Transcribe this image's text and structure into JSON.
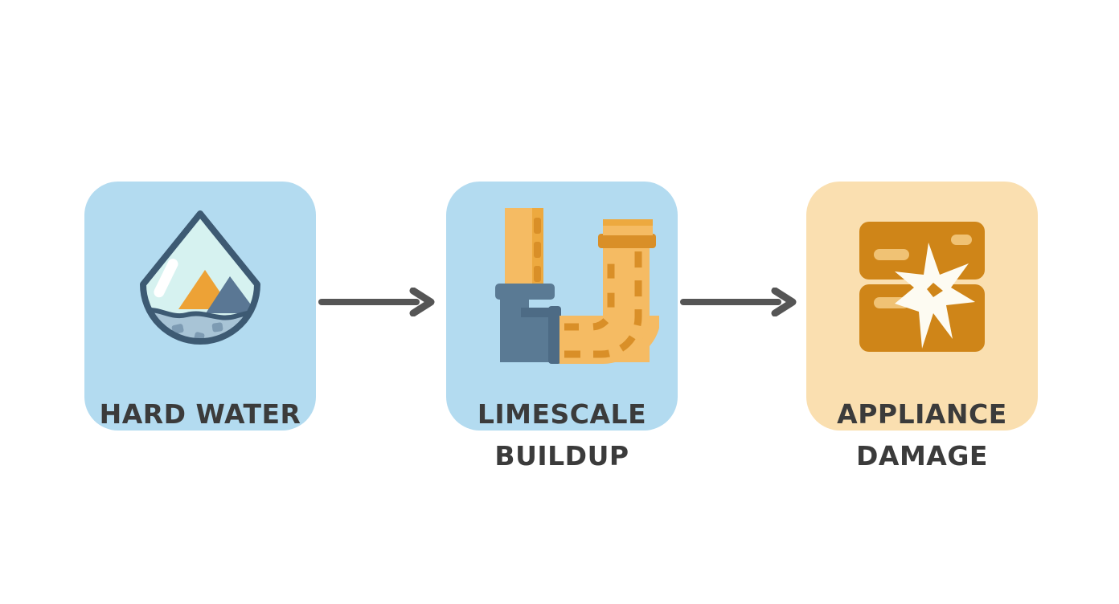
{
  "diagram": {
    "type": "process-flow",
    "orientation": "horizontal",
    "background_color": "#ffffff",
    "step_count": 3,
    "steps": [
      {
        "id": "hard-water",
        "label_line1": "HARD WATER",
        "label_line2": "",
        "card_color": "#b3dbf0",
        "icon": "water-drop-with-minerals-icon",
        "icon_colors": {
          "outline": "#3d5a73",
          "drop_fill": "#d6f2f0",
          "water_fill": "#a8c4d6",
          "mineral_orange": "#eda236",
          "mineral_blue": "#5a7794",
          "highlight": "#ffffff"
        }
      },
      {
        "id": "limescale-buildup",
        "label_line1": "LIMESCALE",
        "label_line2": "BUILDUP",
        "card_color": "#b3dbf0",
        "icon": "pipe-elbow-with-scale-icon",
        "icon_colors": {
          "pipe_steel": "#5a7a94",
          "pipe_steel_dark": "#4d6b85",
          "scale_light": "#f5bb63",
          "scale_mid": "#eda93f",
          "scale_dark": "#d98f28"
        }
      },
      {
        "id": "appliance-damage",
        "label_line1": "APPLIANCE",
        "label_line2": "DAMAGE",
        "card_color": "#fadfb0",
        "icon": "appliance-broken-icon",
        "icon_colors": {
          "body": "#cf8518",
          "body_dark": "#c07c12",
          "handle": "#f0c274",
          "burst": "#fdfbf2"
        }
      }
    ],
    "connectors": [
      {
        "id": "arrow-1",
        "from": "hard-water",
        "to": "limescale-buildup",
        "style": "solid-arrow",
        "color": "#555555"
      },
      {
        "id": "arrow-2",
        "from": "limescale-buildup",
        "to": "appliance-damage",
        "style": "solid-arrow",
        "color": "#555555"
      }
    ],
    "text_color": "#3b3b3b"
  }
}
